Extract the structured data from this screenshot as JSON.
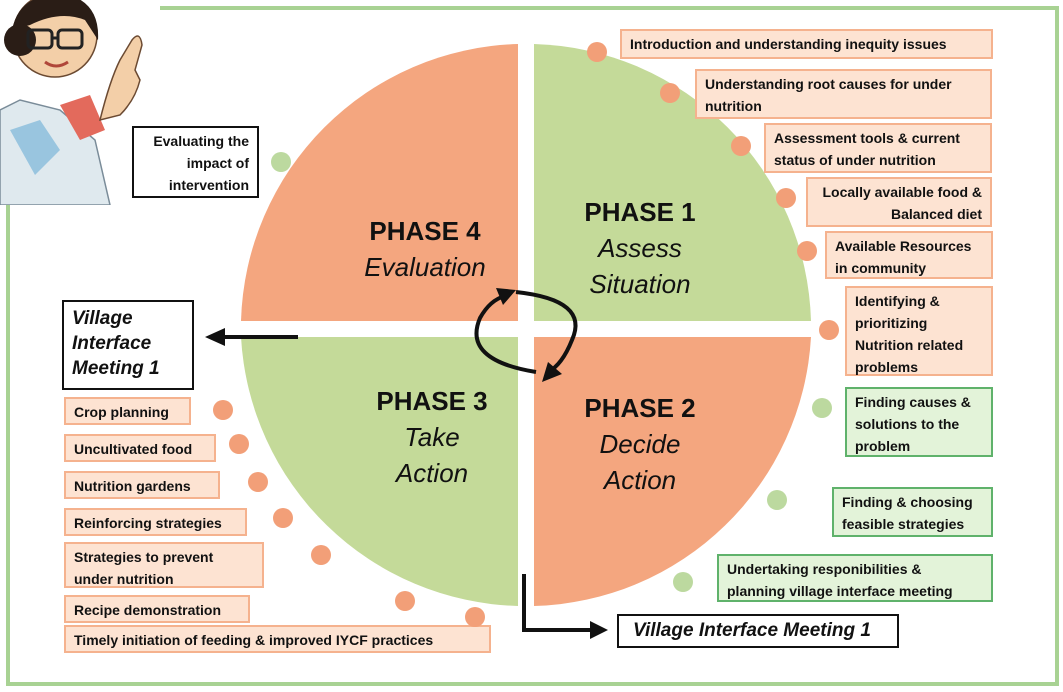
{
  "phases": [
    {
      "number": "PHASE 1",
      "name": "Assess Situation",
      "name_line1": "Assess",
      "name_line2": "Situation"
    },
    {
      "number": "PHASE 2",
      "name": "Decide Action",
      "name_line1": "Decide",
      "name_line2": "Action"
    },
    {
      "number": "PHASE 3",
      "name": "Take Action",
      "name_line1": "Take",
      "name_line2": "Action"
    },
    {
      "number": "PHASE 4",
      "name": "Evaluation",
      "name_line1": "Evaluation",
      "name_line2": ""
    }
  ],
  "phase1_steps": [
    "Introduction and understanding inequity issues",
    "Understanding root causes for under nutrition",
    "Assessment tools & current status of under nutrition",
    "Locally available food & Balanced diet",
    "Available Resources in community",
    "Identifying & prioritizing Nutrition related problems"
  ],
  "phase2_steps": [
    "Finding causes & solutions to the problem",
    "Finding & choosing feasible strategies",
    "Undertaking responibilities & planning village interface meeting"
  ],
  "phase3_steps": [
    "Crop planning",
    "Uncultivated food",
    "Nutrition gardens",
    "Reinforcing strategies",
    "Strategies to prevent under nutrition",
    "Recipe demonstration",
    "Timely initiation of feeding & improved IYCF practices"
  ],
  "phase4_steps": [
    "Evaluating the impact of intervention"
  ],
  "village_meeting_left": "Village Interface Meeting 1",
  "village_meeting_bottom": "Village Interface Meeting 1",
  "colors": {
    "phase_orange": "#f4a67f",
    "phase_green": "#c4da99",
    "box_orange_fill": "#fde3d2",
    "box_orange_border": "#f5b28e",
    "box_green_fill": "#e3f3d9",
    "box_green_border": "#5fb26b",
    "frame_green": "#a8d293"
  }
}
